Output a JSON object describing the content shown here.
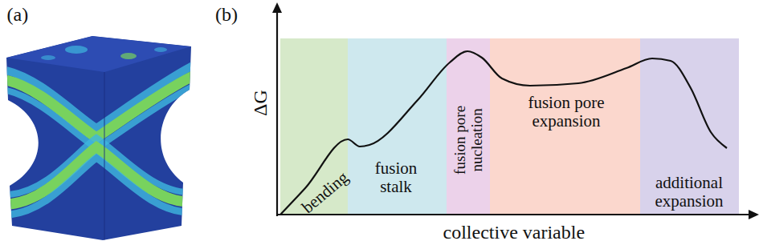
{
  "diagram": {
    "nodes": [
      {
        "text": [
          "bending"
        ]
      },
      {
        "text": [
          "fusion stalk"
        ]
      },
      {
        "text": [
          "fusion pore nucleation"
        ]
      },
      {
        "text": [
          "fusion pore expansion"
        ]
      },
      {
        "text": [
          "additional expansion"
        ]
      }
    ],
    "labels": [
      "(a)",
      "(b)",
      "ΔG",
      "collective variable"
    ]
  }
}
